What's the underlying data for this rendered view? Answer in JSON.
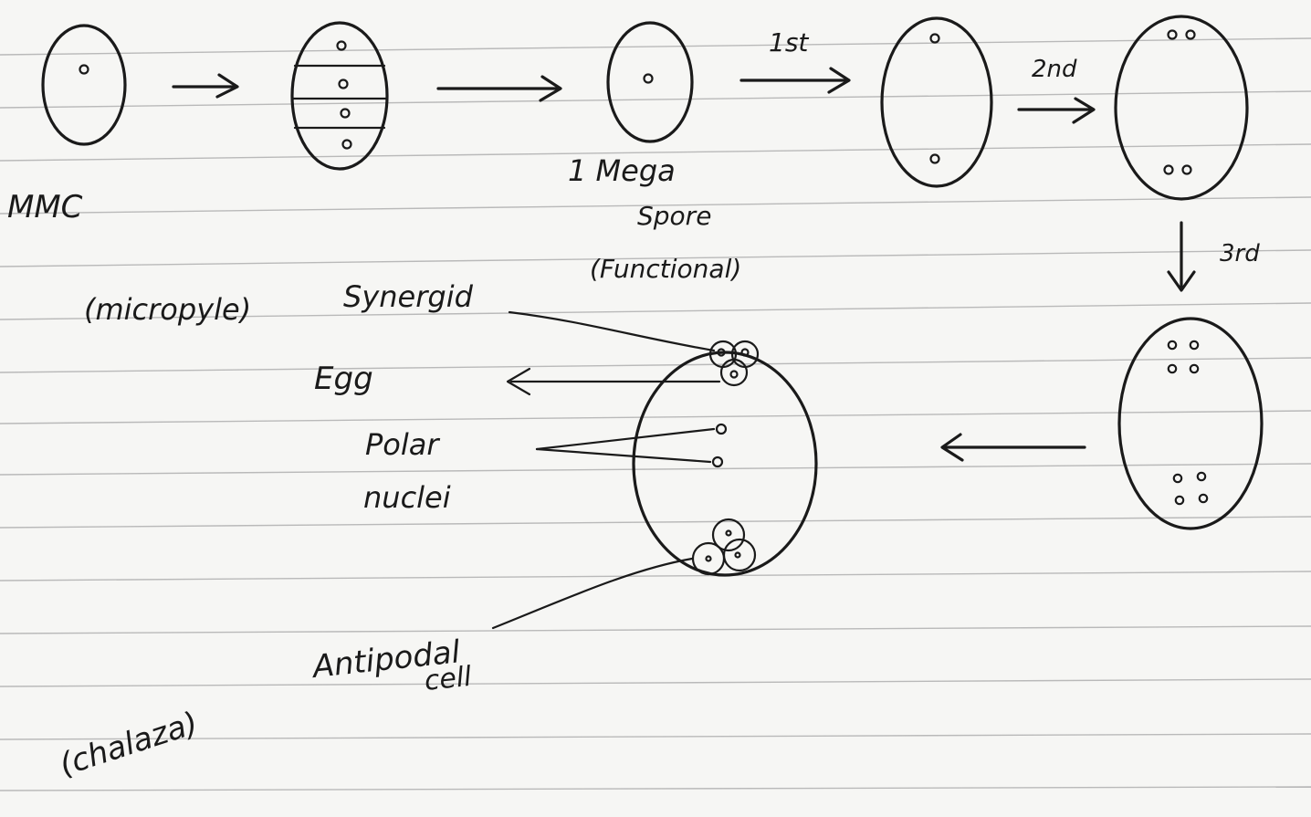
{
  "labels": {
    "mmc": "MMC",
    "one_mega": "1 Mega",
    "spore": "Spore",
    "functional": "(Functional)",
    "first": "1st",
    "second": "2nd",
    "third": "3rd",
    "micropyle": "(micropyle)",
    "synergid": "Synergid",
    "egg": "Egg",
    "polar": "Polar",
    "nuclei": "nuclei",
    "chalaza": "(chalaza)",
    "antipodal": "Antipodal",
    "cell": "cell"
  },
  "colors": {
    "ink": "#1a1a1a",
    "paper": "#f6f6f4",
    "rule": "#b9b9b9"
  }
}
